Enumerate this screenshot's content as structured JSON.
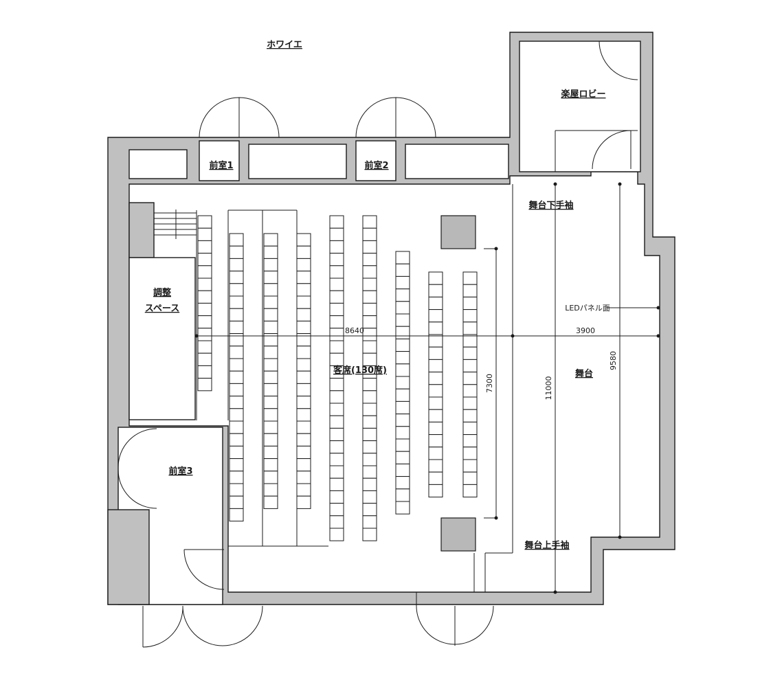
{
  "labels": {
    "foyer": "ホワイエ",
    "green_room_lobby": "楽屋ロビー",
    "anteroom1": "前室1",
    "anteroom2": "前室2",
    "anteroom3": "前室3",
    "adjust_space_line1": "調整",
    "adjust_space_line2": "スペース",
    "seating": "客席(130席)",
    "stage": "舞台",
    "stage_lower_wing": "舞台下手袖",
    "stage_upper_wing": "舞台上手袖",
    "led_panel": "LEDパネル面"
  },
  "dimensions": {
    "audience_width": "8640",
    "stage_depth": "3900",
    "led_length": "7300",
    "hall_length": "11000",
    "stage_length": "9580"
  },
  "seating": {
    "rows": [
      {
        "seats": 14
      },
      {
        "seats": 23
      },
      {
        "seats": 22
      },
      {
        "seats": 22
      },
      {
        "seats": 26
      },
      {
        "seats": 26
      },
      {
        "seats": 21
      },
      {
        "seats": 18
      },
      {
        "seats": 18
      }
    ]
  },
  "colors": {
    "wall_fill": "#c0c0c0",
    "line": "#1a1a1a"
  }
}
